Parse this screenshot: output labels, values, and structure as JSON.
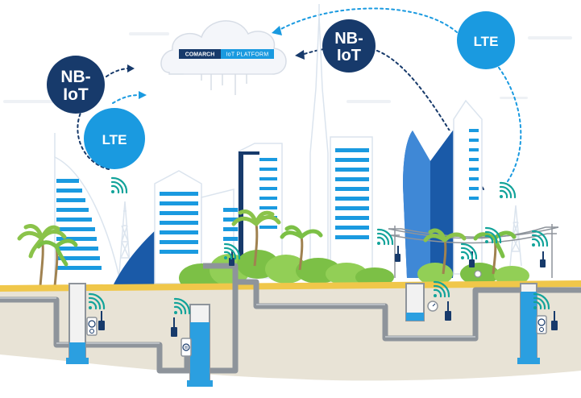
{
  "platform": {
    "brand": "COMARCH",
    "product": "IoT PLATFORM"
  },
  "badges": {
    "nbiot_left": {
      "line1": "NB-",
      "line2": "IoT"
    },
    "lte_left": {
      "label": "LTE"
    },
    "nbiot_right": {
      "line1": "NB-",
      "line2": "IoT"
    },
    "lte_right": {
      "label": "LTE"
    }
  },
  "colors": {
    "navy": "#173a6b",
    "sky": "#1a9ae0",
    "teal": "#12a39a",
    "ground": "#e8e3d6",
    "sand": "#f0c74a",
    "water": "#2b9fe0",
    "pipe": "#8e949b",
    "bush": "#7cc046"
  },
  "icons": {
    "signal": "wifi-signal-icon",
    "meter": "water-meter-icon",
    "sensor": "iot-sensor-icon",
    "tower": "antenna-tower-icon"
  }
}
